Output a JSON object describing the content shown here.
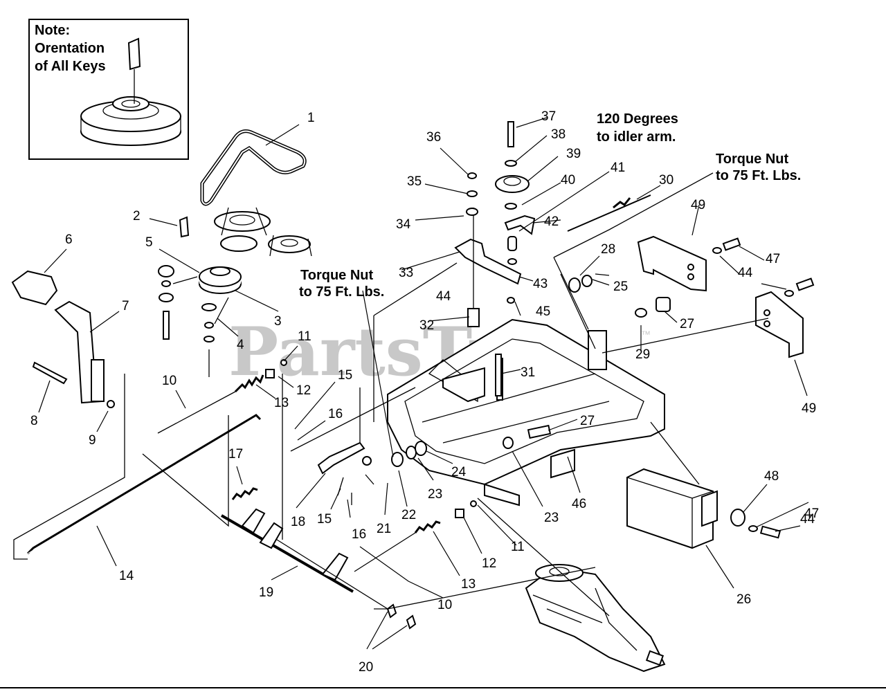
{
  "note_box": {
    "line1": "Note:",
    "line2": "Orentation",
    "line3": "of All Keys"
  },
  "annotations": {
    "idler_line1": "120 Degrees",
    "idler_line2": "to idler arm.",
    "torque_right_line1": "Torque Nut",
    "torque_right_line2": "to 75 Ft. Lbs.",
    "torque_center_line1": "Torque Nut",
    "torque_center_line2": "to 75 Ft. Lbs."
  },
  "watermark": {
    "text": "PartsTree",
    "trademark": "™"
  },
  "callouts": [
    "1",
    "2",
    "3",
    "4",
    "5",
    "6",
    "7",
    "8",
    "9",
    "10",
    "11",
    "12",
    "13",
    "14",
    "15",
    "16",
    "17",
    "18",
    "19",
    "20",
    "21",
    "22",
    "23",
    "23",
    "24",
    "25",
    "26",
    "27",
    "27",
    "28",
    "29",
    "30",
    "31",
    "32",
    "33",
    "34",
    "35",
    "36",
    "37",
    "38",
    "39",
    "40",
    "41",
    "42",
    "43",
    "44",
    "44",
    "44",
    "45",
    "46",
    "47",
    "47",
    "48",
    "49",
    "49",
    "10",
    "11",
    "12",
    "13",
    "15",
    "16"
  ]
}
